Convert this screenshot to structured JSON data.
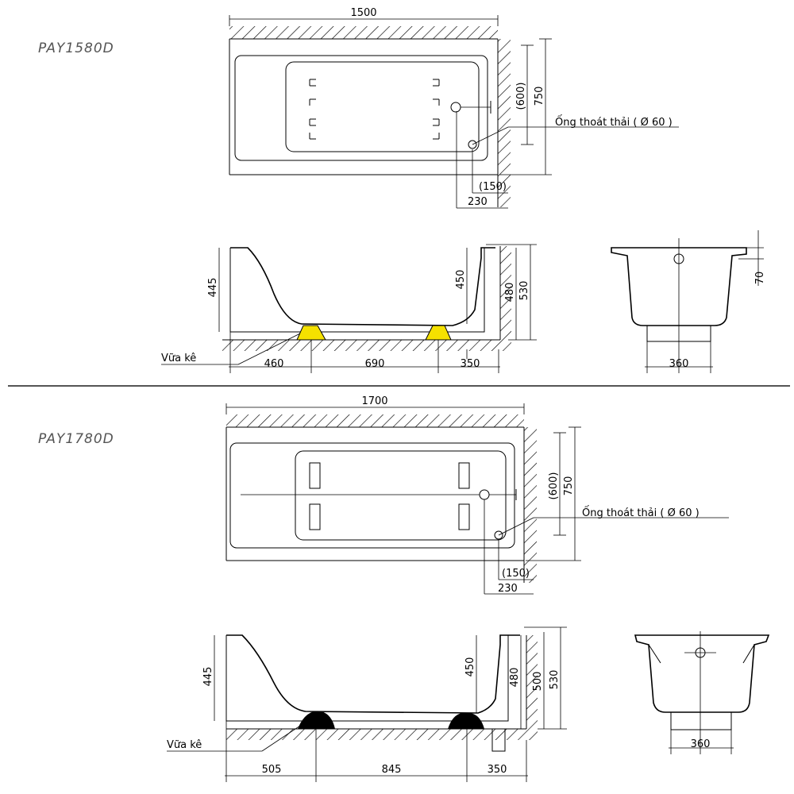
{
  "models": [
    {
      "name": "PAY1580D",
      "top_view": {
        "length": "1500",
        "width_inner": "(600)",
        "width": "750",
        "drain_offset_a": "(150)",
        "drain_offset_b": "230",
        "drain_label": "Ống thoát thải ( Ø 60 )"
      },
      "side_view": {
        "depth_left": "445",
        "depth_right": "450",
        "height_a": "480",
        "height_b": "530",
        "support_label": "Vữa kê",
        "seg_1": "460",
        "seg_2": "690",
        "seg_3": "350"
      },
      "end_view": {
        "rim": "70",
        "base": "360"
      }
    },
    {
      "name": "PAY1780D",
      "top_view": {
        "length": "1700",
        "width_inner": "(600)",
        "width": "750",
        "drain_offset_a": "(150)",
        "drain_offset_b": "230",
        "drain_label": "Ống thoát thải ( Ø 60 )"
      },
      "side_view": {
        "depth_left": "445",
        "depth_right": "450",
        "height_a": "480",
        "height_b": "500",
        "height_c": "530",
        "support_label": "Vữa kê",
        "seg_1": "505",
        "seg_2": "845",
        "seg_3": "350"
      },
      "end_view": {
        "base": "360"
      }
    }
  ],
  "colors": {
    "support_pad_1": "#f5e100",
    "support_pad_2": "#000000",
    "line": "#000000",
    "divider": "#555555"
  }
}
